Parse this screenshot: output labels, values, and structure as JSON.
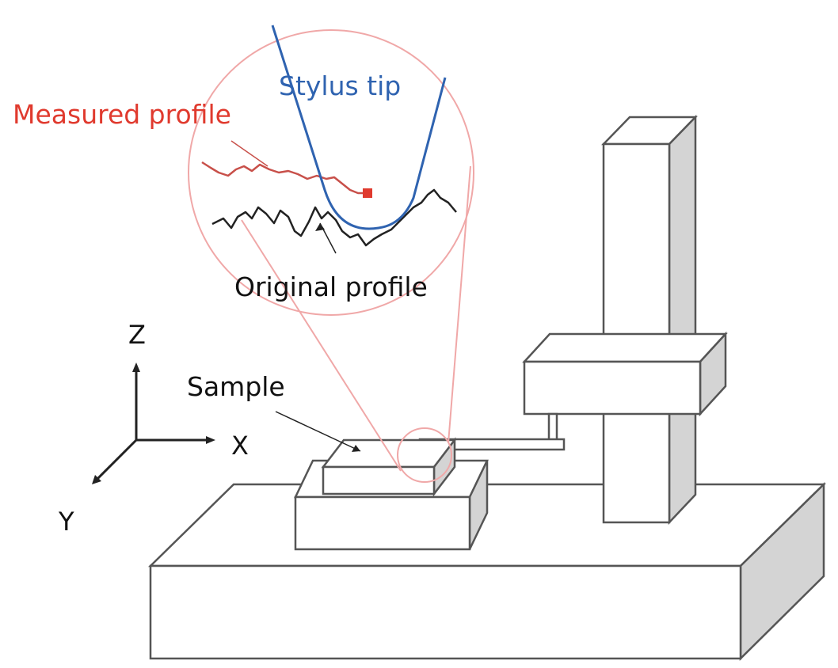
{
  "labels": {
    "measured_profile": "Measured profile",
    "stylus_tip": "Stylus tip",
    "original_profile": "Original profile",
    "sample": "Sample"
  },
  "axes": {
    "z": "Z",
    "x": "X",
    "y": "Y"
  },
  "colors": {
    "measured_profile": "#e03a2e",
    "stylus_tip": "#2f63b0",
    "zoom_circle": "#f0a8a8",
    "outline": "#555555",
    "side_face": "#d4d4d4"
  }
}
